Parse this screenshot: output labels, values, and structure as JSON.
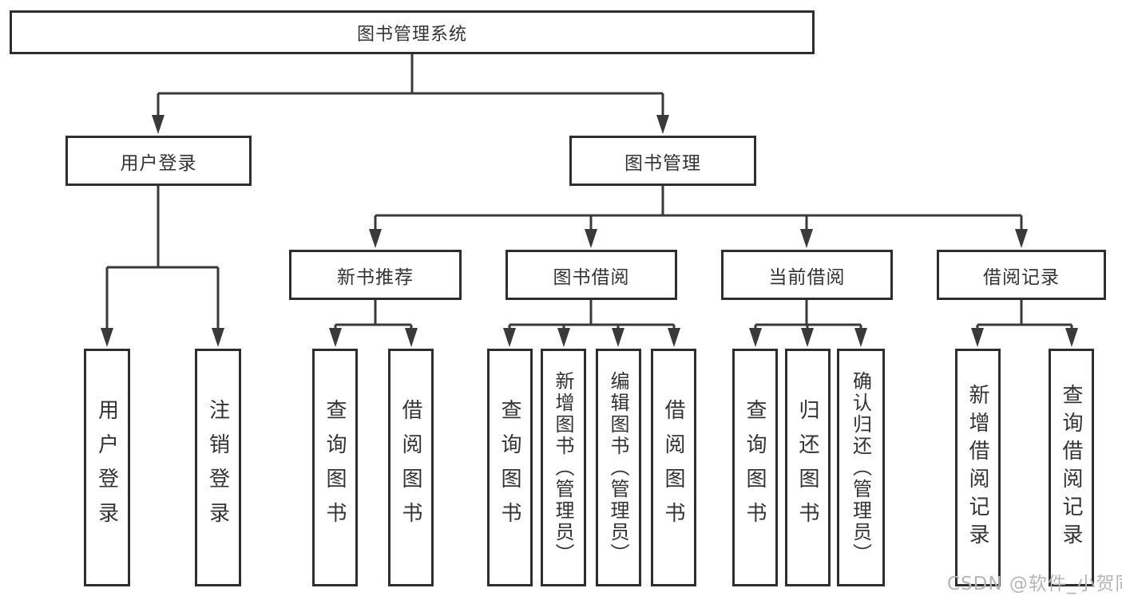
{
  "diagram": {
    "root": {
      "label": "图书管理系统"
    },
    "level2": [
      {
        "label": "用户登录",
        "children": [
          {
            "label": "用户登录"
          },
          {
            "label": "注销登录"
          }
        ]
      },
      {
        "label": "图书管理"
      }
    ],
    "level3": [
      {
        "label": "新书推荐",
        "children": [
          {
            "label": "查询图书"
          },
          {
            "label": "借阅图书"
          }
        ]
      },
      {
        "label": "图书借阅",
        "children": [
          {
            "label": "查询图书"
          },
          {
            "label": "新增图书（管理员）"
          },
          {
            "label": "编辑图书（管理员）"
          },
          {
            "label": "借阅图书"
          }
        ]
      },
      {
        "label": "当前借阅",
        "children": [
          {
            "label": "查询图书"
          },
          {
            "label": "归还图书"
          },
          {
            "label": "确认归还（管理员）"
          }
        ]
      },
      {
        "label": "借阅记录",
        "children": [
          {
            "label": "新增借阅记录"
          },
          {
            "label": "查询借阅记录"
          }
        ]
      }
    ],
    "watermark": "CSDN @软件_小贺同学",
    "colors": {
      "line": "#3a3a3a",
      "border": "#2e2e2e",
      "text": "#333333",
      "background": "#ffffff",
      "watermark": "#b5b5b5"
    }
  }
}
